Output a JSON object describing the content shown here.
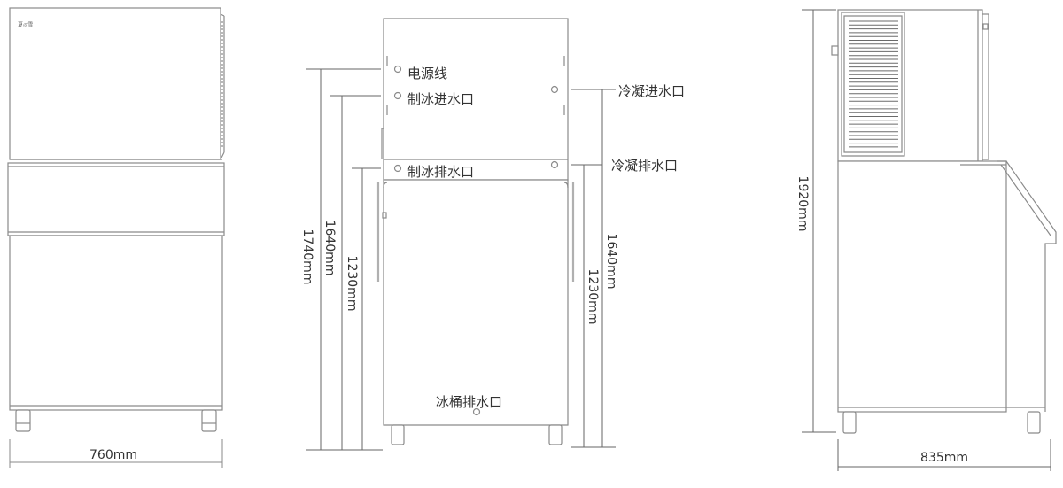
{
  "brand_mark": "夏◎雪",
  "front_view": {
    "width_label": "760mm"
  },
  "back_view": {
    "ports": {
      "power_cord": "电源线",
      "ice_water_inlet": "制冰进水口",
      "ice_water_drain": "制冰排水口",
      "condenser_water_inlet": "冷凝进水口",
      "condenser_water_drain": "冷凝排水口",
      "bin_drain": "冰桶排水口"
    },
    "heights": {
      "power_cord": "1740mm",
      "ice_water_inlet": "1640mm",
      "ice_water_drain": "1230mm",
      "condenser_water_inlet": "1640mm",
      "condenser_water_drain": "1230mm"
    }
  },
  "side_view": {
    "height_label": "1920mm",
    "depth_label": "835mm"
  }
}
